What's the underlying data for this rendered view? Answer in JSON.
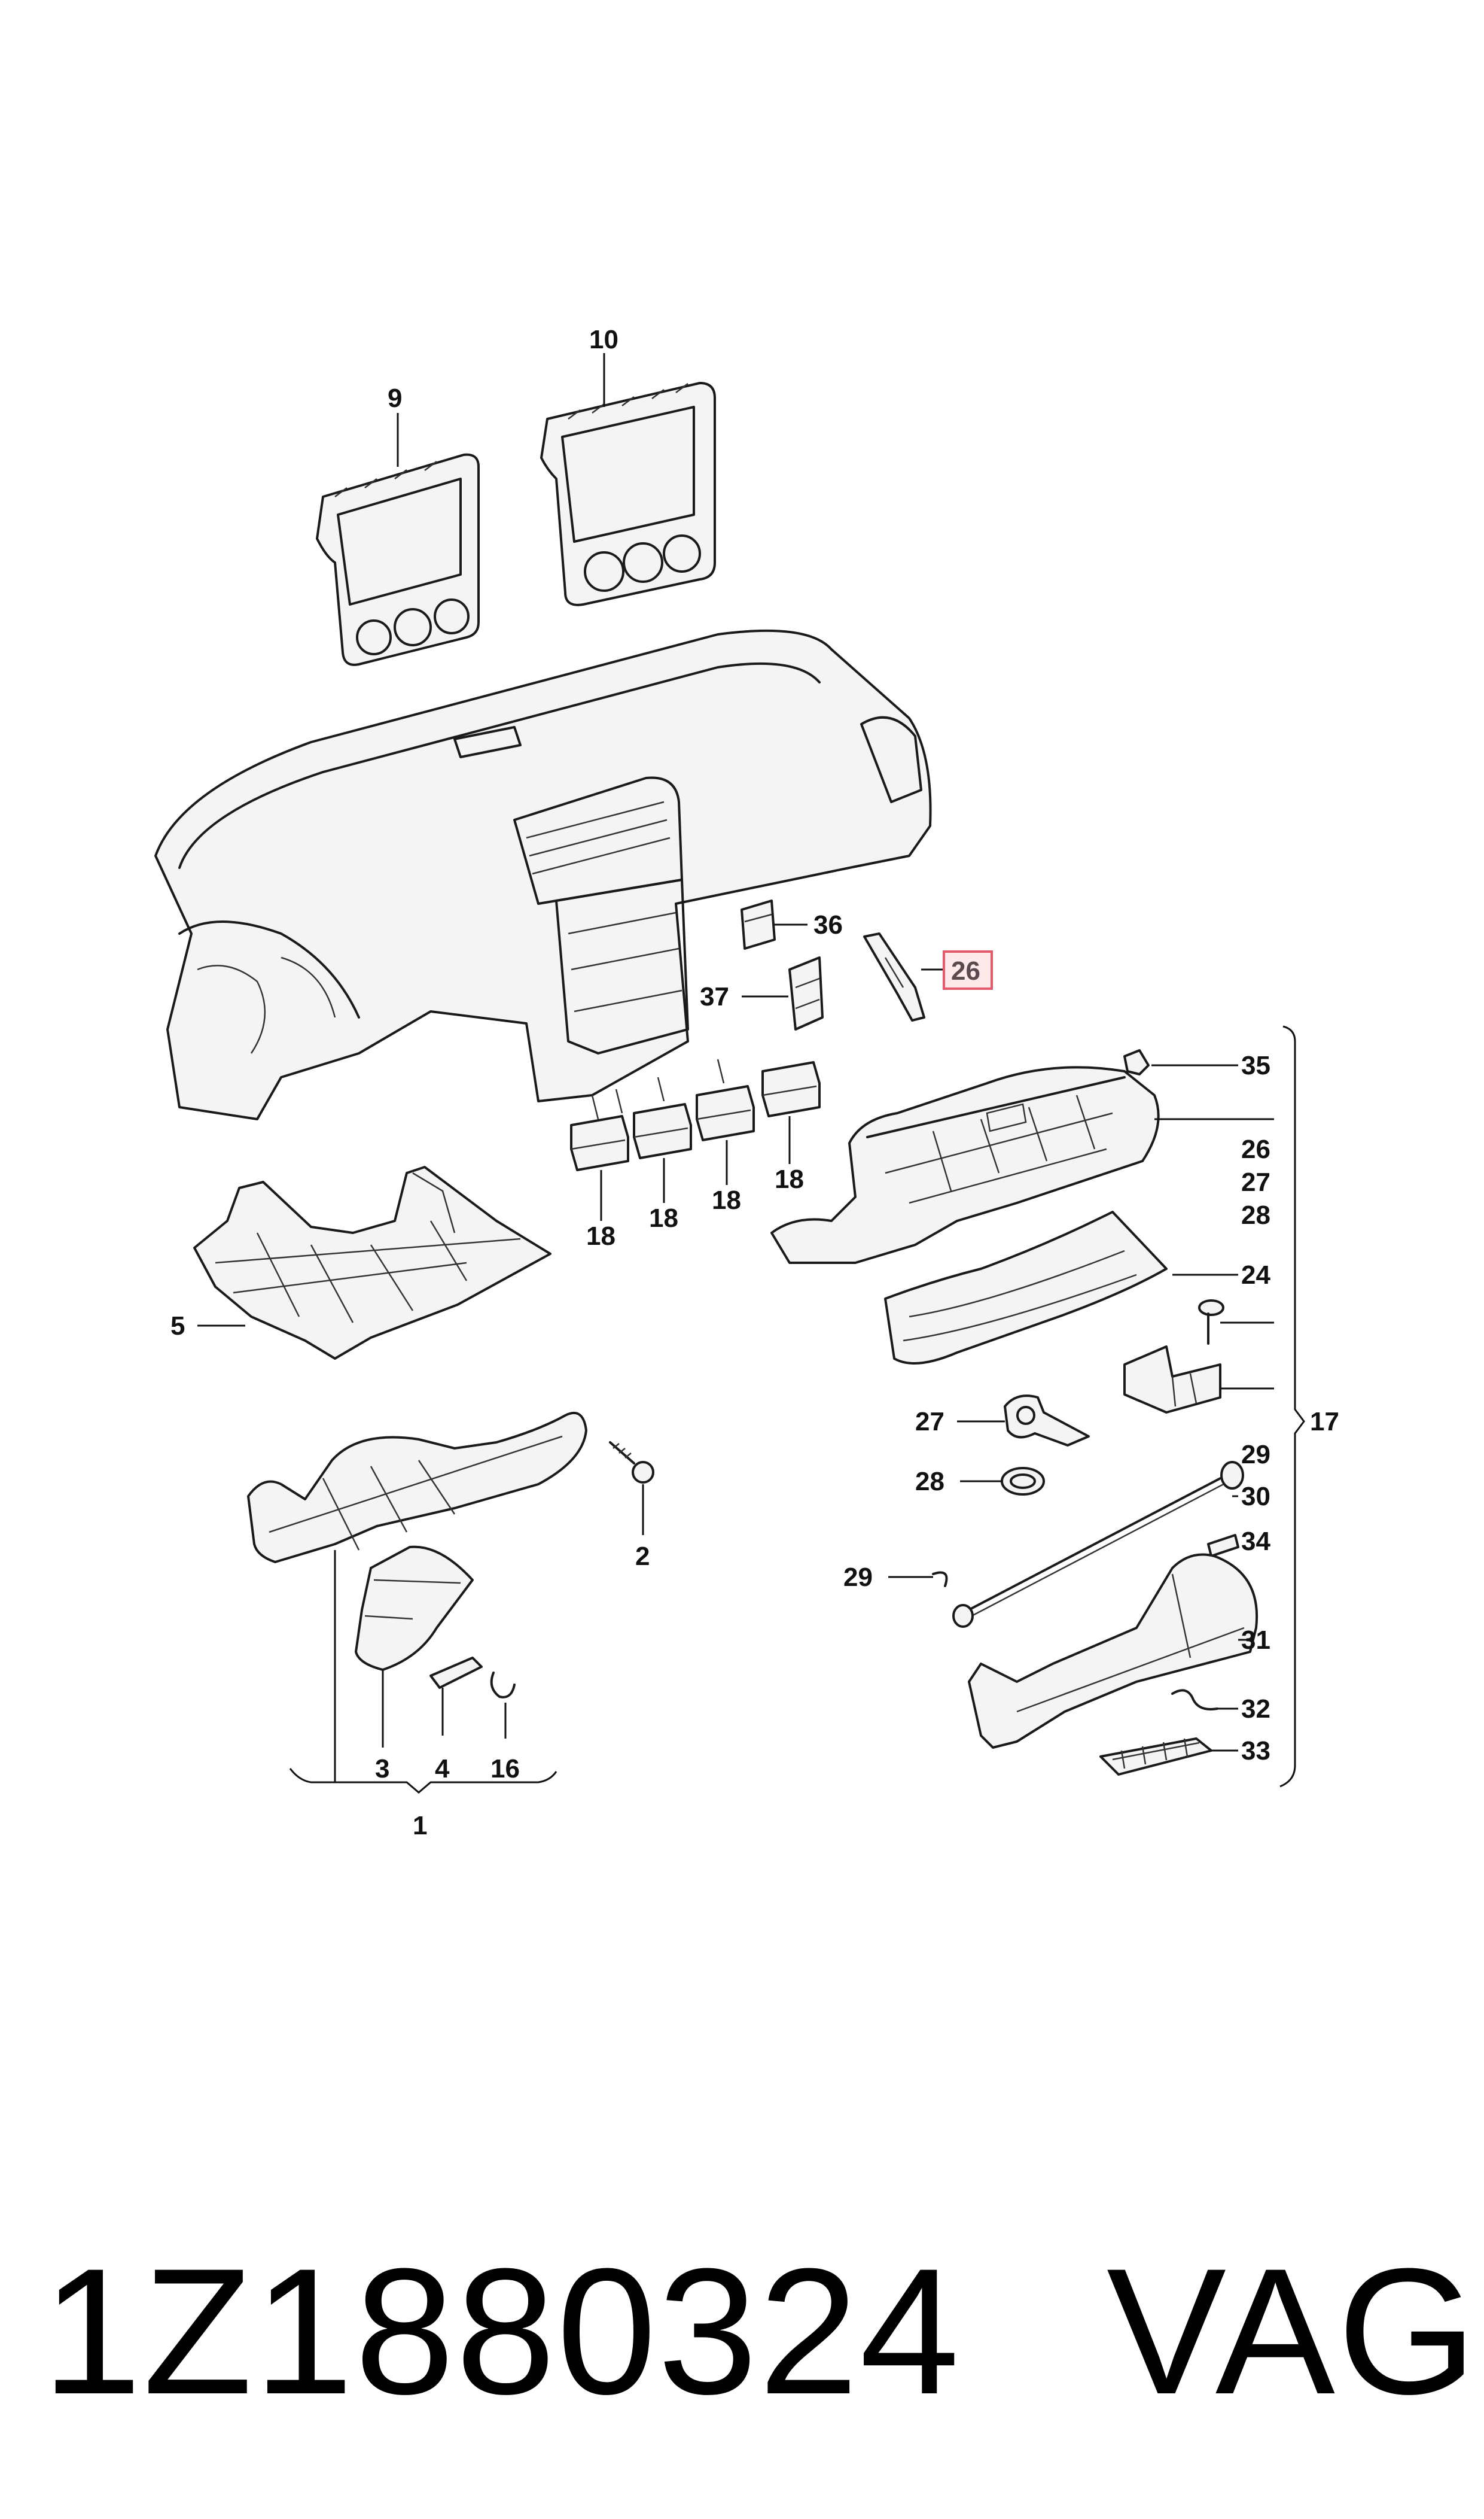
{
  "callouts": {
    "c10": "10",
    "c9": "9",
    "c36": "36",
    "c26_hl": "26",
    "c37": "37",
    "c35": "35",
    "c18a": "18",
    "c18b": "18",
    "c18c": "18",
    "c18d": "18",
    "c26": "26",
    "c27": "27",
    "c28": "28",
    "c24": "24",
    "c5": "5",
    "c17": "17",
    "c27b": "27",
    "c29": "29",
    "c28b": "28",
    "c30": "30",
    "c2": "2",
    "c34": "34",
    "c29b": "29",
    "c31": "31",
    "c32": "32",
    "c33": "33",
    "c3": "3",
    "c4": "4",
    "c16": "16",
    "c1": "1"
  },
  "footer": {
    "part_number": "1Z1880324",
    "brand": "VAG"
  },
  "colors": {
    "highlight_fill": "#fde8ea",
    "highlight_border": "#e35a6b",
    "line": "#1a1a1a"
  }
}
